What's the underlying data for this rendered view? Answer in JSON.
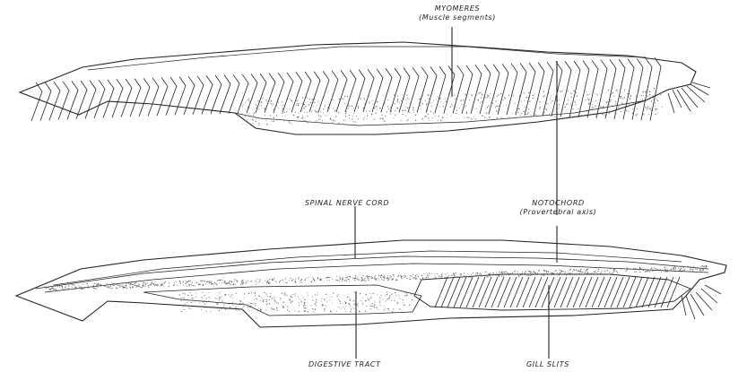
{
  "labels": {
    "myomeres": "MYOMERES",
    "myomeres_sub": "(Muscle segments)",
    "notochord": "NOTOCHORD",
    "notochord_sub": "(Provertebral axis)",
    "spinal_nerve_cord": "SPINAL NERVE CORD",
    "digestive_tract": "DIGESTIVE TRACT",
    "gill_slits": "GILL SLITS"
  },
  "colors": {
    "ink": "#222222",
    "stipple": "#555555",
    "background": "#ffffff"
  }
}
